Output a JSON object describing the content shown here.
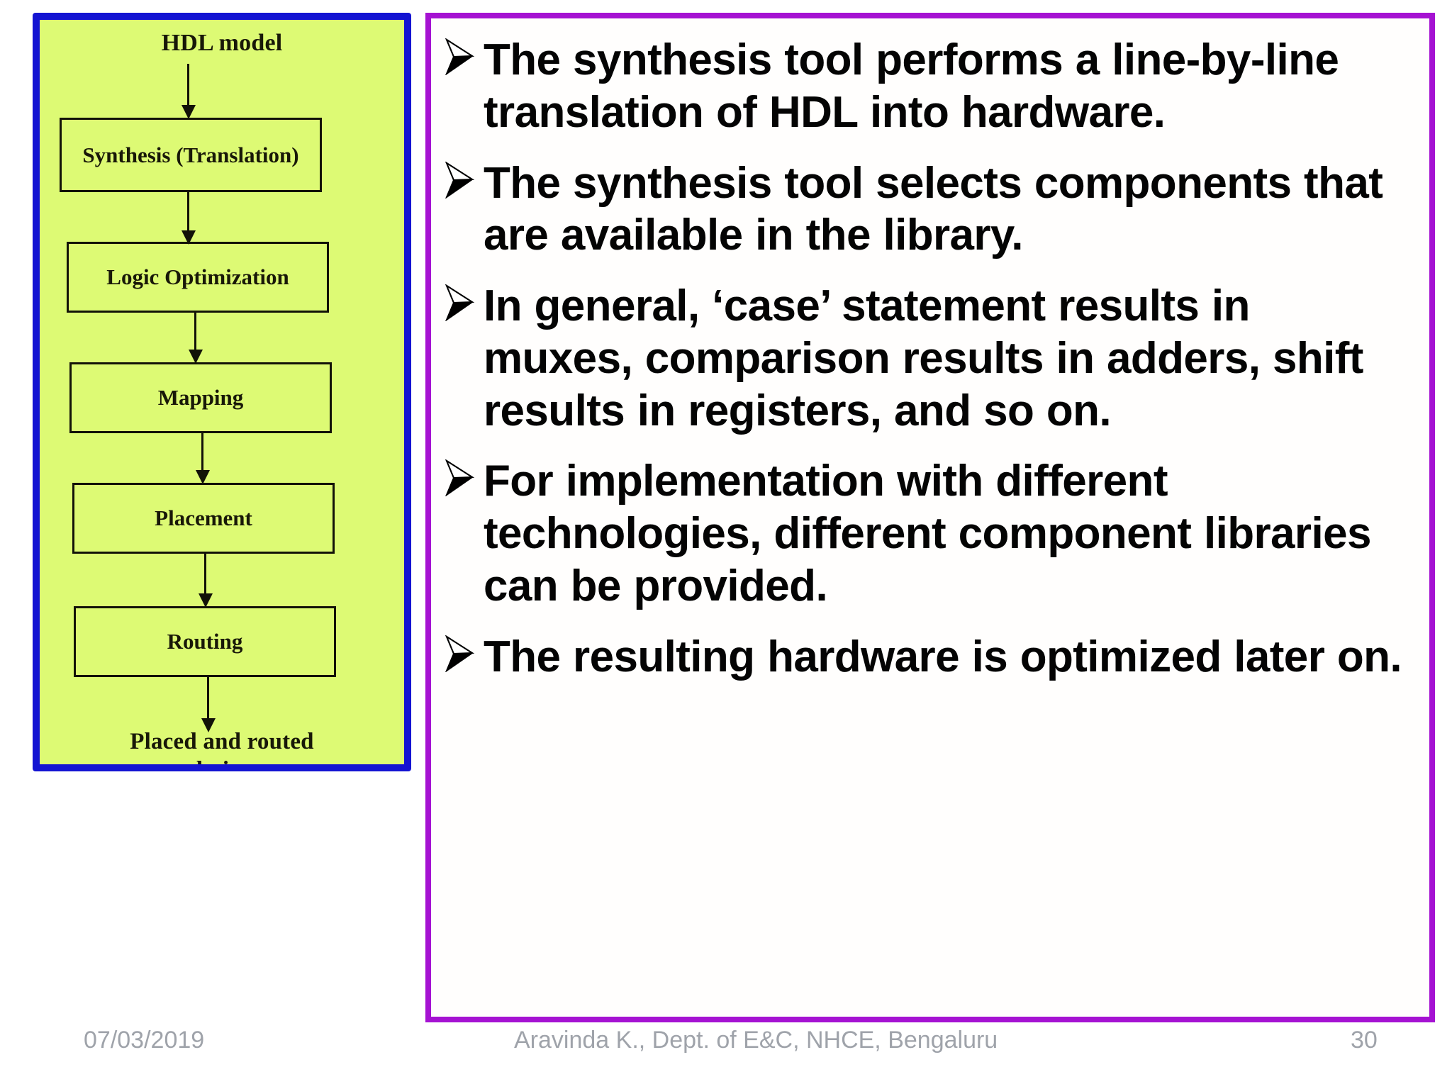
{
  "slide": {
    "accent_border_left": "#1414D2",
    "accent_border_right": "#A512D2",
    "diagram_fill": "#DDFA74"
  },
  "diagram": {
    "caption_top": "HDL model",
    "caption_bottom_line1": "Placed and routed",
    "caption_bottom_line2": "design",
    "steps": [
      {
        "label": "Synthesis (Translation)"
      },
      {
        "label": "Logic Optimization"
      },
      {
        "label": "Mapping"
      },
      {
        "label": "Placement"
      },
      {
        "label": "Routing"
      }
    ]
  },
  "content": {
    "bullet_glyph": "arrowhead-bullet-icon",
    "bullets": [
      "The synthesis tool performs a line-by-line translation of HDL into hardware.",
      "The synthesis tool selects components that are available in the library.",
      "In general, ‘case’ statement results in muxes, comparison results in adders, shift results in registers, and so on.",
      "For implementation with different technologies, different component libraries can be provided.",
      "The resulting hardware is optimized later on."
    ]
  },
  "footer": {
    "date": "07/03/2019",
    "credit": "Aravinda K., Dept. of E&C, NHCE, Bengaluru",
    "page_number": "30"
  }
}
